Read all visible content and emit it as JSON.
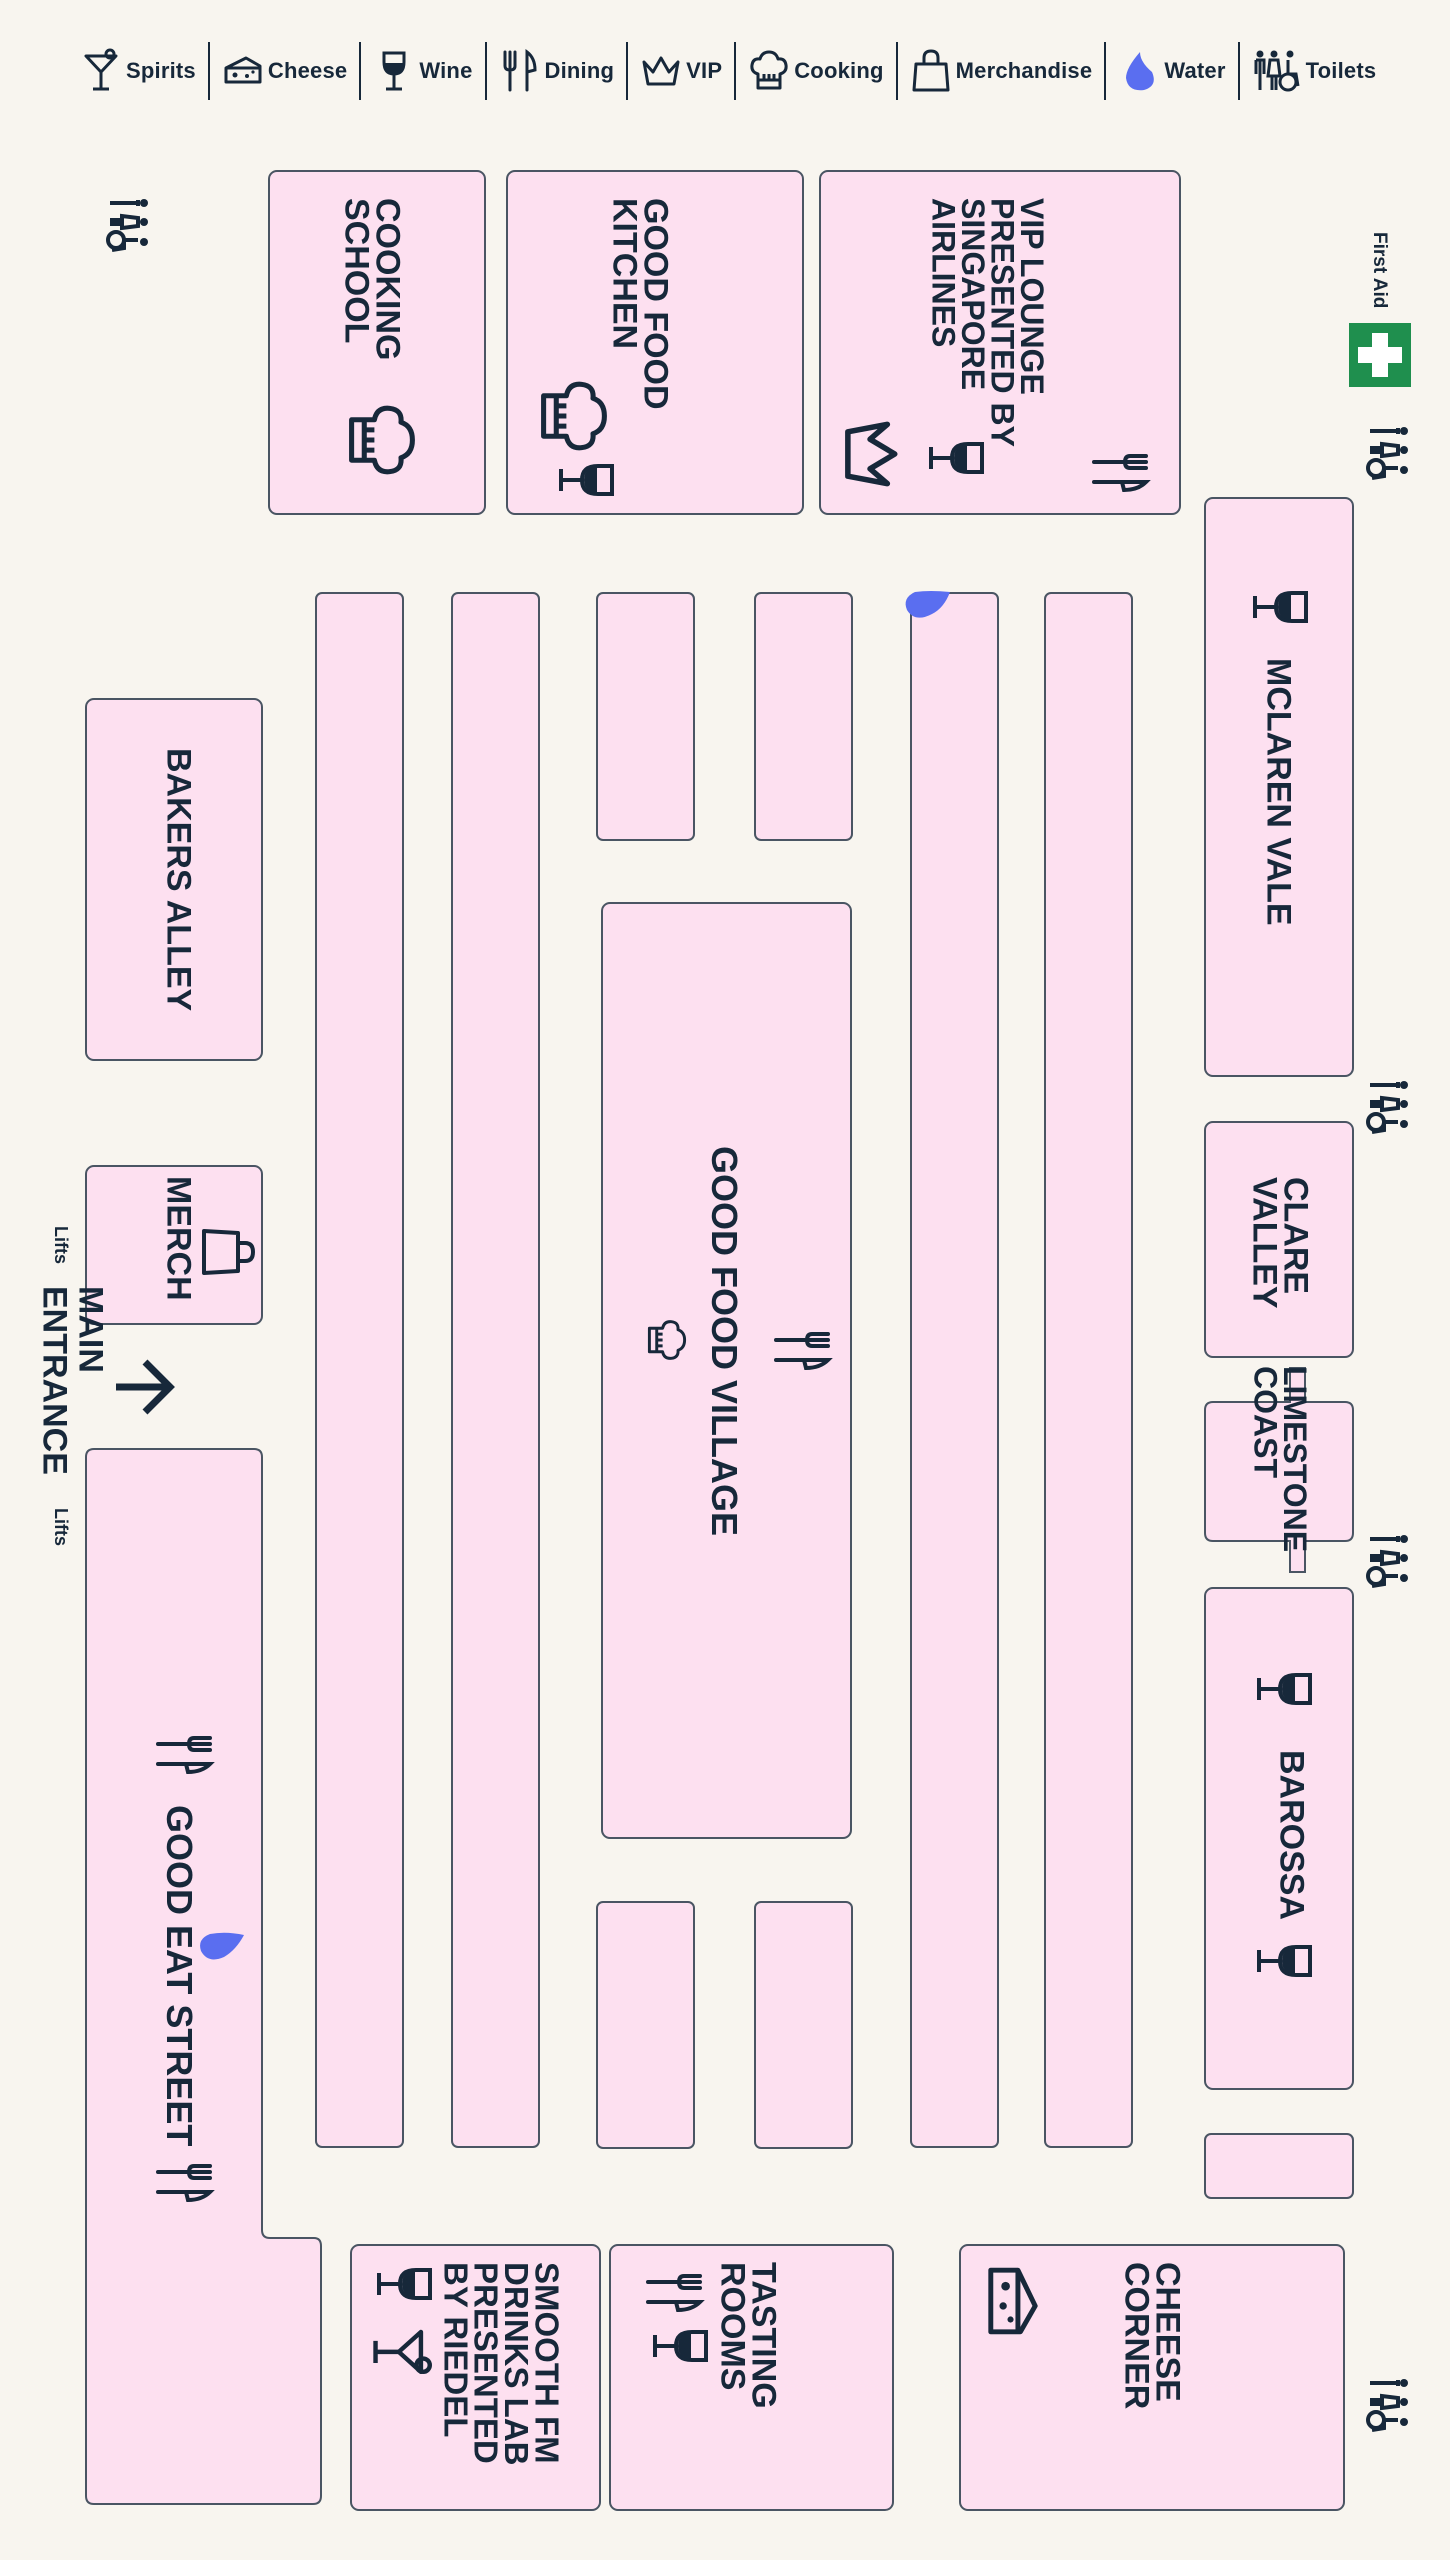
{
  "legend": {
    "items": [
      {
        "icon": "cocktail-icon",
        "label": "Spirits"
      },
      {
        "icon": "cheese-icon",
        "label": "Cheese"
      },
      {
        "icon": "wine-glass-icon",
        "label": "Wine"
      },
      {
        "icon": "fork-knife-icon",
        "label": "Dining"
      },
      {
        "icon": "crown-icon",
        "label": "VIP"
      },
      {
        "icon": "chef-hat-icon",
        "label": "Cooking"
      },
      {
        "icon": "shopping-bag-icon",
        "label": "Merchandise"
      },
      {
        "icon": "water-drop-icon",
        "label": "Water"
      },
      {
        "icon": "toilets-icon",
        "label": "Toilets"
      }
    ]
  },
  "zones": {
    "cooking_school": "COOKING\nSCHOOL",
    "good_food_kitchen": "GOOD FOOD\nKITCHEN",
    "vip_lounge": "VIP LOUNGE\nPRESENTED BY\nSINGAPORE\nAIRLINES",
    "bakers_alley": "BAKERS ALLEY",
    "mclaren_vale": "MCLAREN VALE",
    "merch": "MERCH",
    "good_food_village": "GOOD FOOD VILLAGE",
    "clare_valley": "CLARE\nVALLEY",
    "limestone_coast": "LIMESTONE\nCOAST",
    "barossa": "BAROSSA",
    "good_eat_street": "GOOD EAT STREET",
    "smooth_fm": "SMOOTH FM\nDRINKS LAB\nPRESENTED\nBY RIEDEL",
    "tasting_rooms": "TASTING\nROOMS",
    "cheese_corner": "CHEESE\nCORNER",
    "main_entrance": "MAIN\nENTRANCE",
    "lifts_top": "Lifts",
    "lifts_bottom": "Lifts",
    "first_aid": "First Aid"
  },
  "colors": {
    "zone_fill": "#fde0f0",
    "zone_stroke": "#4a5563",
    "ink": "#17283a",
    "water": "#5a6ef0",
    "first_aid": "#1f8f4e",
    "background": "#f8f5ef"
  }
}
